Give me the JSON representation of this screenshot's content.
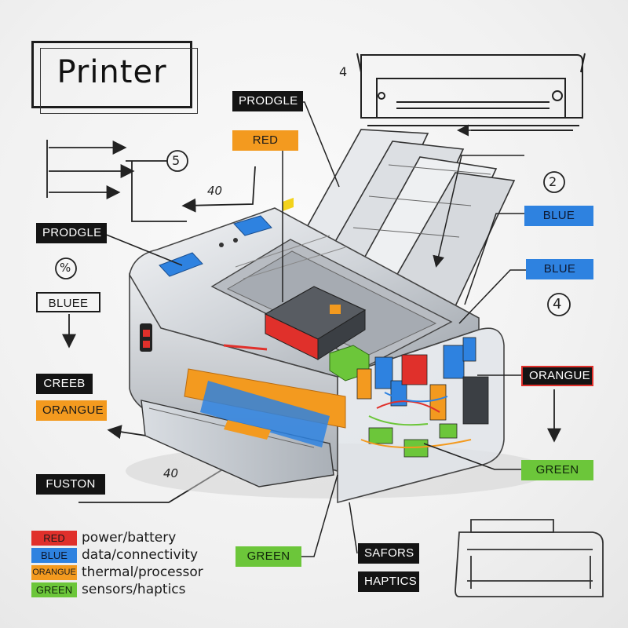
{
  "title": "Printer",
  "labels": {
    "prodgle_top": "PRODGLE",
    "red": "RED",
    "prodgle_left": "PRODGLE",
    "bluee": "BLUEE",
    "creeb": "CREEB",
    "orangue_left": "ORANGUE",
    "fuston": "FUSTON",
    "blue_1": "BLUE",
    "blue_2": "BLUE",
    "orangue_right": "ORANGUE",
    "green_right": "GREEN",
    "green_bottom": "GREEN",
    "safors": "SAFORS",
    "haptics": "HAPTICS"
  },
  "callouts": {
    "n5": "5",
    "n2": "2",
    "n4": "4",
    "pct": "%",
    "top_4": "4",
    "n40_top": "40",
    "n40_bottom": "40"
  },
  "legend": [
    {
      "tag": "RED",
      "text": "power/battery",
      "color": "#e0302b"
    },
    {
      "tag": "BLUE",
      "text": "data/connectivity",
      "color": "#2e82e0"
    },
    {
      "tag": "ORANGUE",
      "text": "thermal/processor",
      "color": "#f39a1f"
    },
    {
      "tag": "GREEN",
      "text": "sensors/haptics",
      "color": "#6cc63a"
    }
  ],
  "colors": {
    "red": "#e0302b",
    "blue": "#2e82e0",
    "orange": "#f39a1f",
    "green": "#6cc63a",
    "ink": "#1a1a1a"
  }
}
